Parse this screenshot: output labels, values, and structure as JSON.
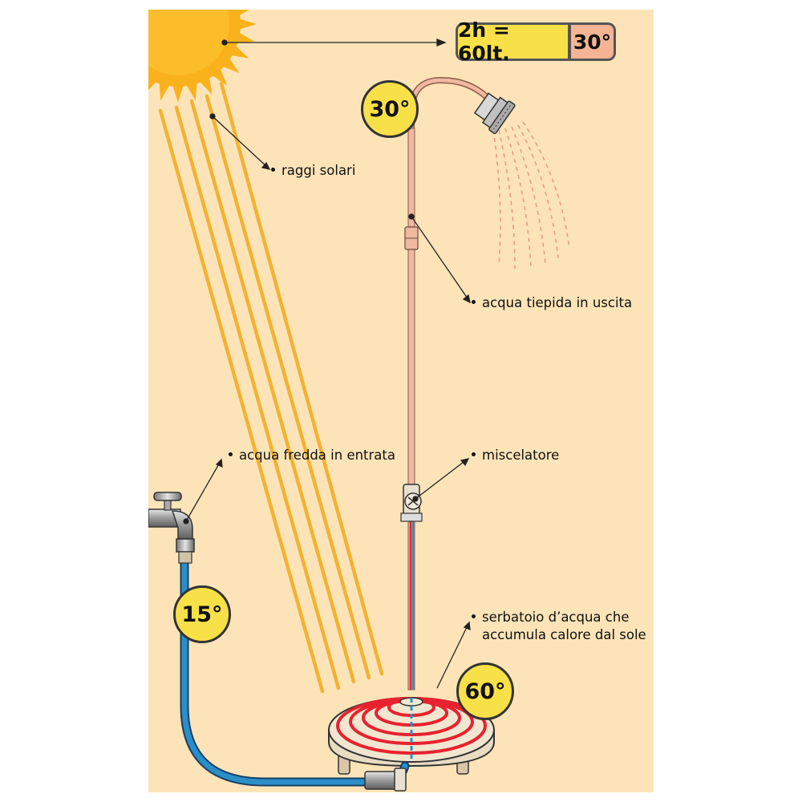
{
  "header": {
    "rate": "2h = 60lt.",
    "rate_temp": "30°"
  },
  "temperatures": {
    "outlet": "30°",
    "inlet": "15°",
    "tank": "60°"
  },
  "labels": {
    "sun_rays": "raggi solari",
    "warm_out": "acqua tiepida in uscita",
    "cold_in": "acqua fredda in entrata",
    "mixer": "miscelatore",
    "tank_line1": "serbatoio d’acqua che",
    "tank_line2": "accumula calore dal sole"
  },
  "colors": {
    "background": "#fde4b8",
    "sun": "#f9b21c",
    "rays": "#f3b230",
    "badge_yellow": "#f8e048",
    "badge_pink": "#f5b493",
    "hot_pipe": "#f0b8a0",
    "cold_hose": "#2a8fc8",
    "heat_rings": "#e8222e"
  },
  "icons": [
    "sun-icon",
    "tap-icon",
    "shower-head-icon",
    "mixer-valve-icon",
    "solar-tank-icon"
  ]
}
